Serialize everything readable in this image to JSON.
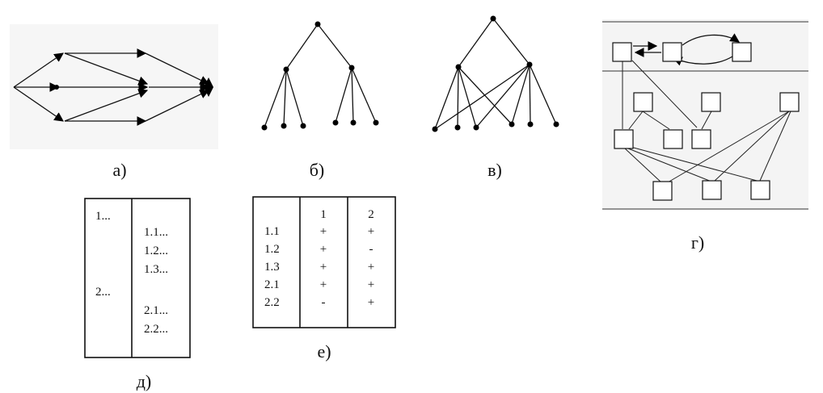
{
  "labels": {
    "a": "а)",
    "b": "б)",
    "v": "в)",
    "g": "г)",
    "d": "д)",
    "e": "е)"
  },
  "table_d": {
    "left": [
      "1...",
      "2..."
    ],
    "right": [
      "1.1...",
      "1.2...",
      "1.3...",
      "2.1...",
      "2.2..."
    ]
  },
  "table_e": {
    "header": [
      "",
      "1",
      "2"
    ],
    "rows": [
      [
        "1.1",
        "+",
        "+"
      ],
      [
        "1.2",
        "+",
        "-"
      ],
      [
        "1.3",
        "+",
        "+"
      ],
      [
        "2.1",
        "+",
        "+"
      ],
      [
        "2.2",
        "-",
        "+"
      ]
    ]
  }
}
